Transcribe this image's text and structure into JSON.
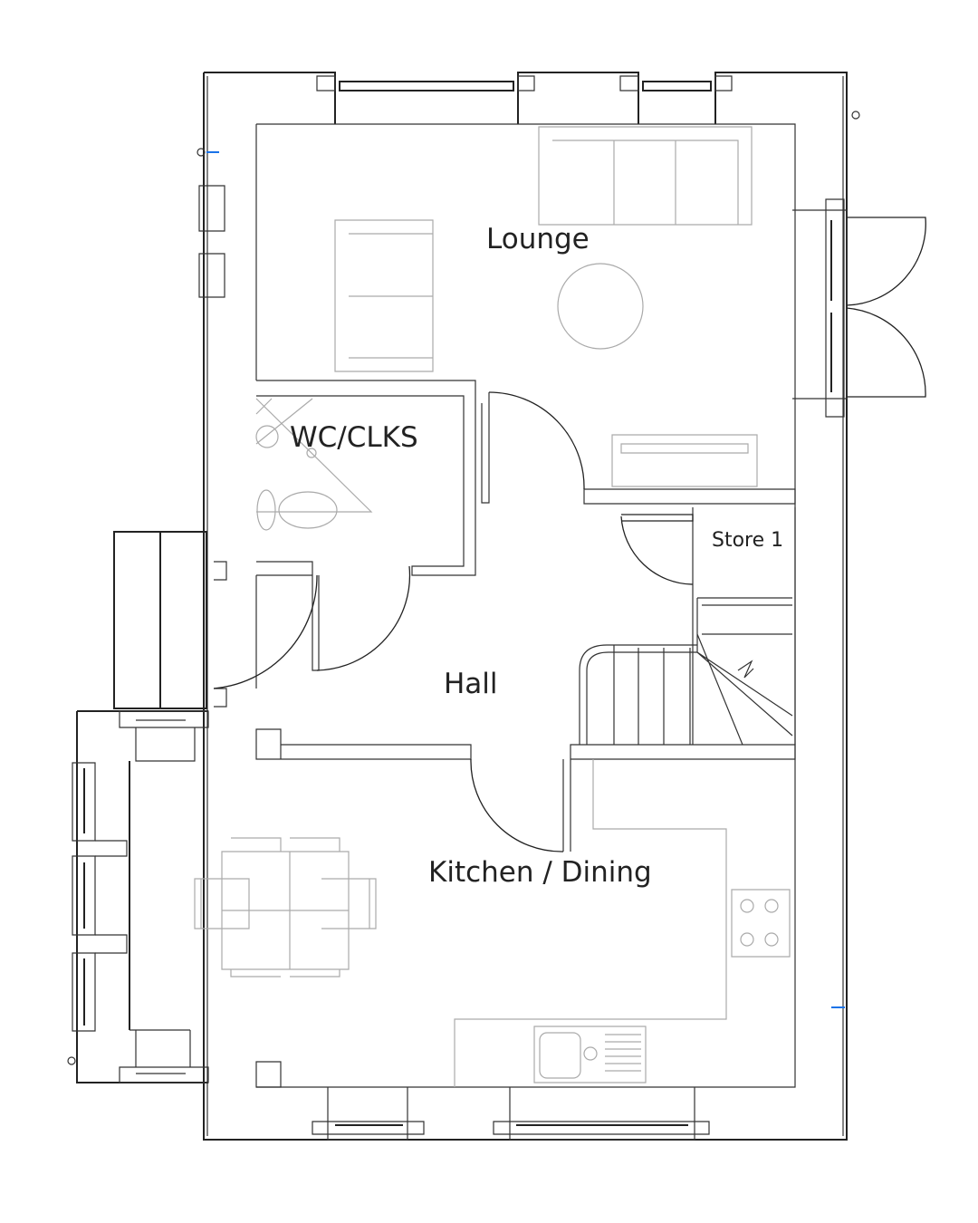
{
  "rooms": {
    "lounge": "Lounge",
    "wc": "WC/CLKS",
    "store": "Store 1",
    "hall": "Hall",
    "kitchen": "Kitchen / Dining"
  },
  "colors": {
    "walls": "#222222",
    "furniture": "#aaaaaa",
    "marker": "#1a73e8"
  }
}
